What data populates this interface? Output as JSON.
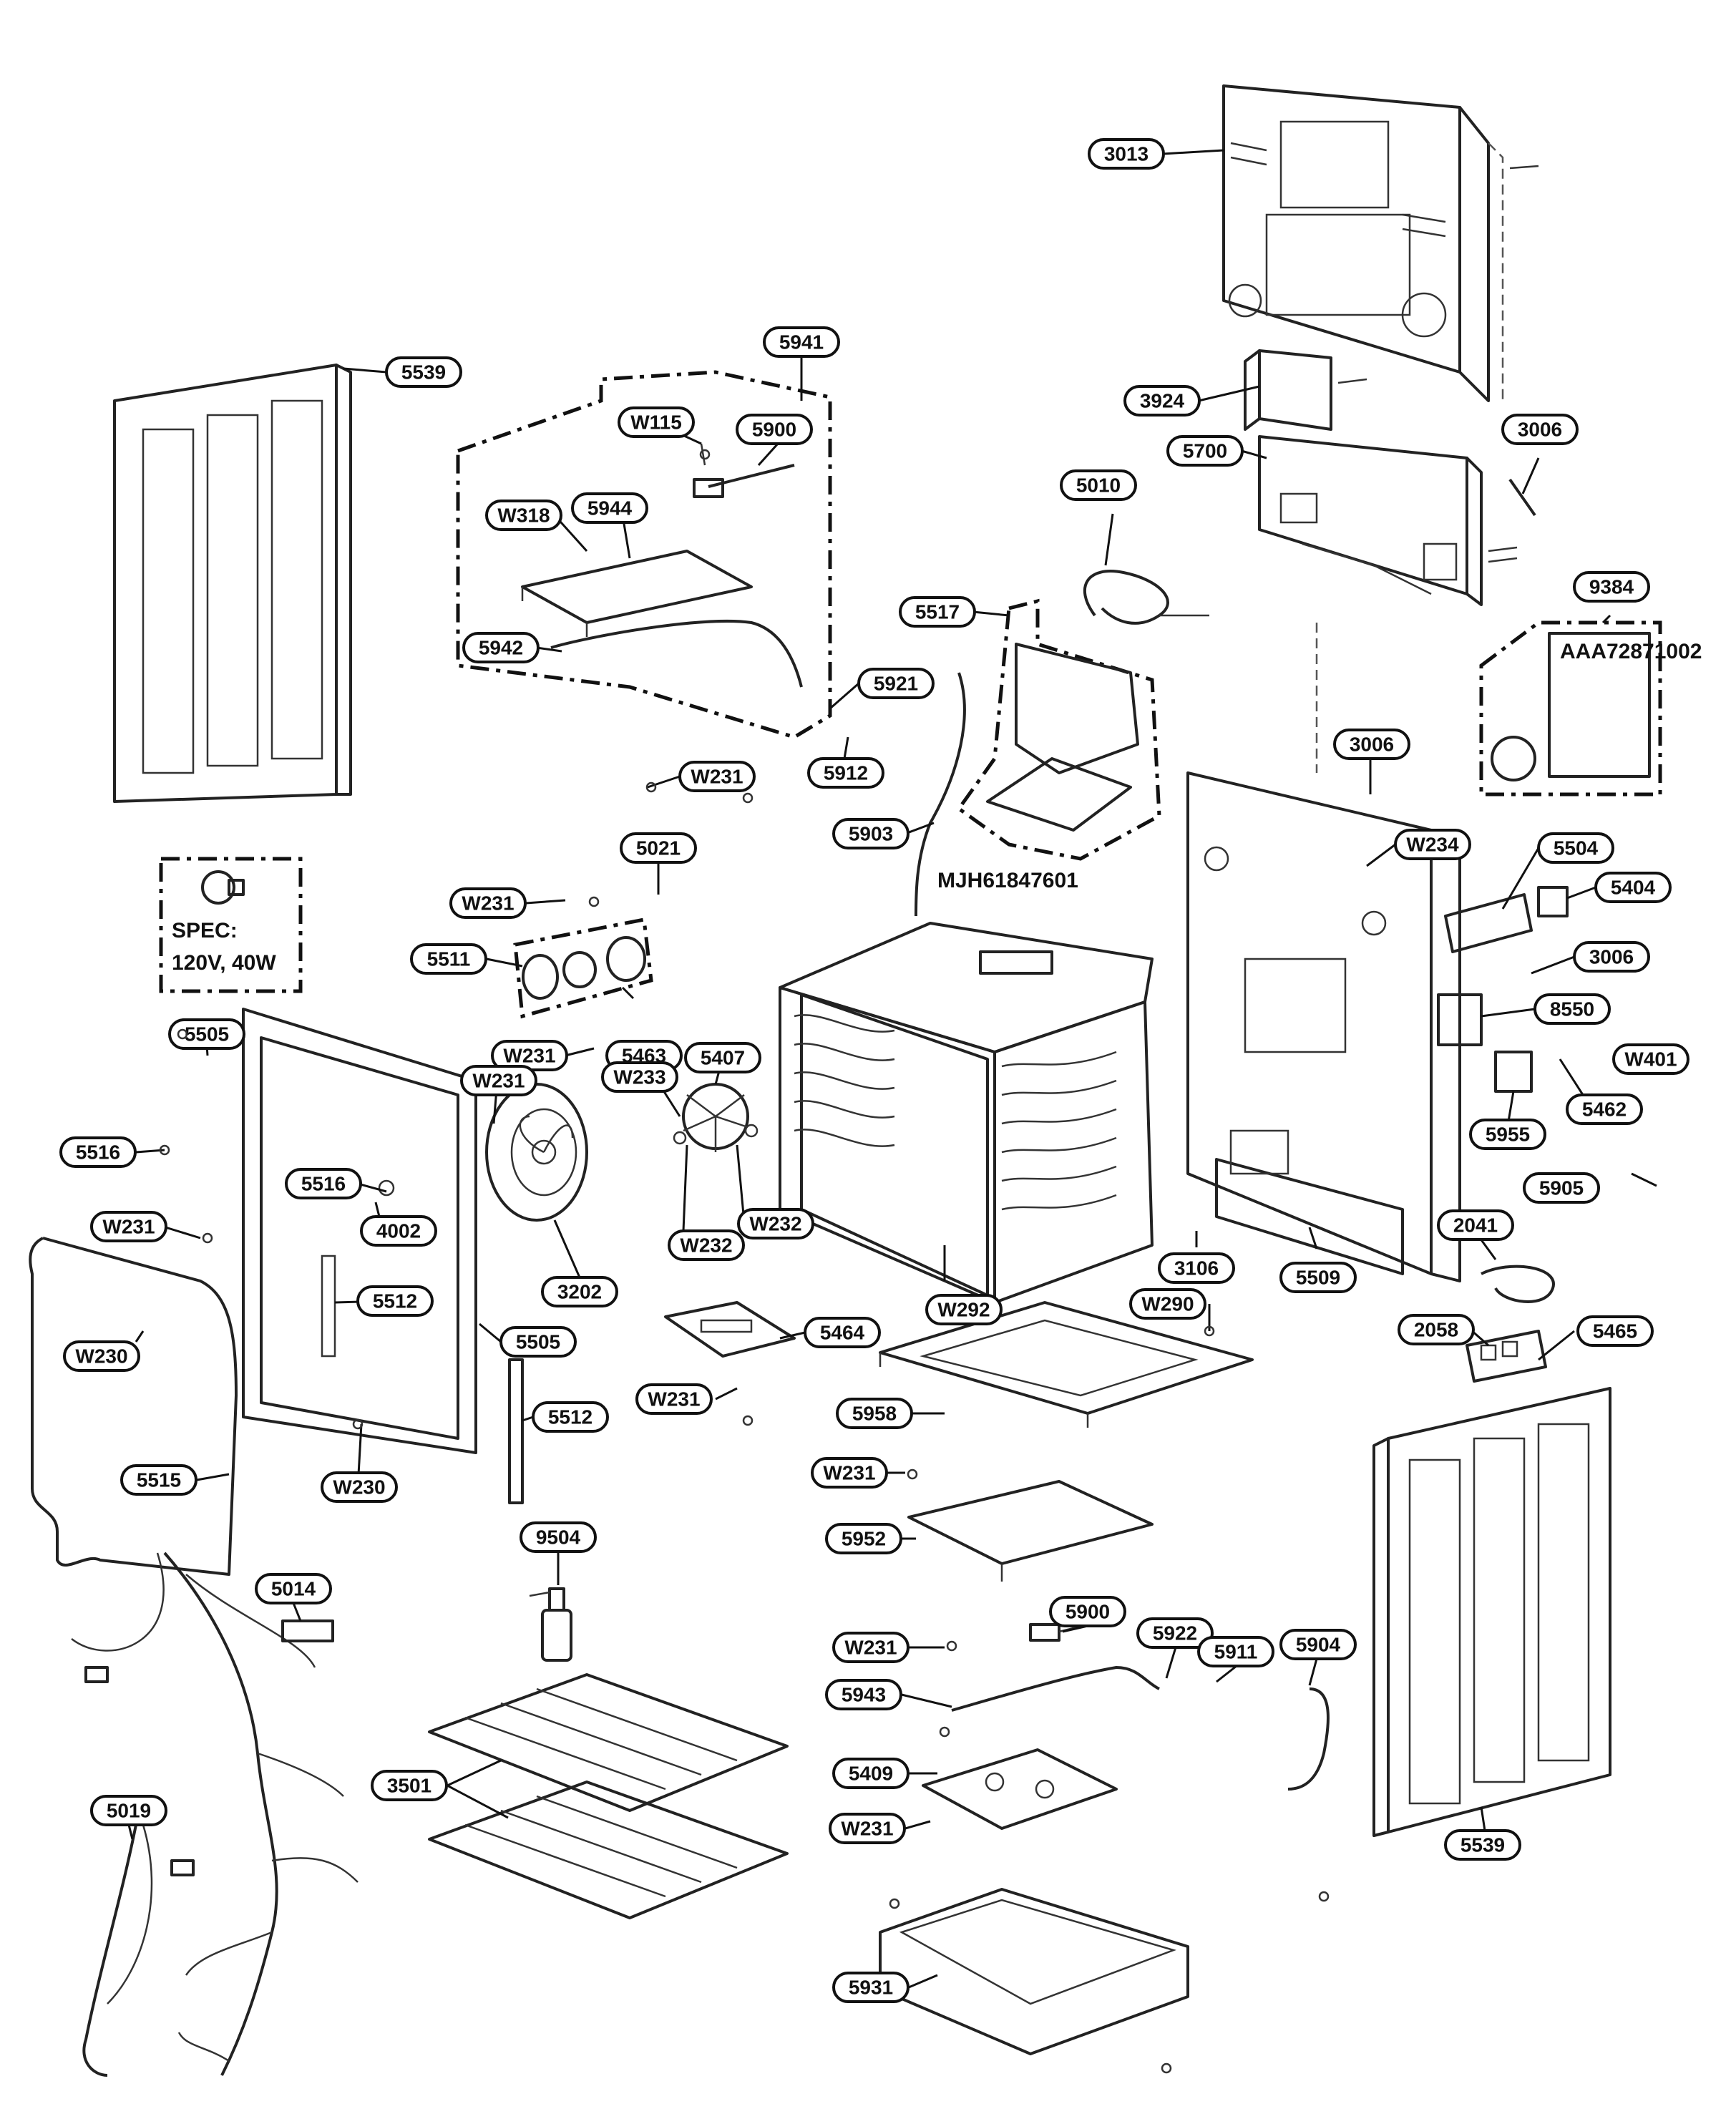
{
  "callouts": [
    {
      "id": "c0",
      "text": "3013"
    },
    {
      "id": "c1",
      "text": "3924"
    },
    {
      "id": "c2",
      "text": "5700"
    },
    {
      "id": "c3",
      "text": "3006"
    },
    {
      "id": "c4",
      "text": "9384"
    },
    {
      "id": "c5",
      "text": "5539"
    },
    {
      "id": "c6",
      "text": "5941"
    },
    {
      "id": "c7",
      "text": "W115"
    },
    {
      "id": "c8",
      "text": "5900"
    },
    {
      "id": "c9",
      "text": "W318"
    },
    {
      "id": "c10",
      "text": "5944"
    },
    {
      "id": "c11",
      "text": "5942"
    },
    {
      "id": "c12",
      "text": "5010"
    },
    {
      "id": "c13",
      "text": "5517"
    },
    {
      "id": "c14",
      "text": "5921"
    },
    {
      "id": "c15",
      "text": "5912"
    },
    {
      "id": "c16",
      "text": "W231"
    },
    {
      "id": "c17",
      "text": "5903"
    },
    {
      "id": "c18",
      "text": "3006"
    },
    {
      "id": "c19",
      "text": "W234"
    },
    {
      "id": "c20",
      "text": "5504"
    },
    {
      "id": "c21",
      "text": "5404"
    },
    {
      "id": "c22",
      "text": "5021"
    },
    {
      "id": "c23",
      "text": "W231"
    },
    {
      "id": "c24",
      "text": "5511"
    },
    {
      "id": "c25",
      "text": "W231"
    },
    {
      "id": "c26",
      "text": "5463"
    },
    {
      "id": "c27",
      "text": "3006"
    },
    {
      "id": "c28",
      "text": "8550"
    },
    {
      "id": "c29",
      "text": "W401"
    },
    {
      "id": "c30",
      "text": "5462"
    },
    {
      "id": "c31",
      "text": "5955"
    },
    {
      "id": "c32",
      "text": "5505"
    },
    {
      "id": "c33",
      "text": "W231"
    },
    {
      "id": "c34",
      "text": "W233"
    },
    {
      "id": "c35",
      "text": "5407"
    },
    {
      "id": "c36",
      "text": "5516"
    },
    {
      "id": "c37",
      "text": "5516"
    },
    {
      "id": "c38",
      "text": "4002"
    },
    {
      "id": "c39",
      "text": "W231"
    },
    {
      "id": "c40",
      "text": "W232"
    },
    {
      "id": "c41",
      "text": "W232"
    },
    {
      "id": "c42",
      "text": "3202"
    },
    {
      "id": "c43",
      "text": "5905"
    },
    {
      "id": "c44",
      "text": "2041"
    },
    {
      "id": "c45",
      "text": "3106"
    },
    {
      "id": "c46",
      "text": "5509"
    },
    {
      "id": "c47",
      "text": "5512"
    },
    {
      "id": "c48",
      "text": "W292"
    },
    {
      "id": "c49",
      "text": "W290"
    },
    {
      "id": "c50",
      "text": "2058"
    },
    {
      "id": "c51",
      "text": "5465"
    },
    {
      "id": "c52",
      "text": "W230"
    },
    {
      "id": "c53",
      "text": "5505"
    },
    {
      "id": "c54",
      "text": "5464"
    },
    {
      "id": "c55",
      "text": "W231"
    },
    {
      "id": "c56",
      "text": "5512"
    },
    {
      "id": "c57",
      "text": "5958"
    },
    {
      "id": "c58",
      "text": "W230"
    },
    {
      "id": "c59",
      "text": "5515"
    },
    {
      "id": "c60",
      "text": "W231"
    },
    {
      "id": "c61",
      "text": "9504"
    },
    {
      "id": "c62",
      "text": "5952"
    },
    {
      "id": "c63",
      "text": "5014"
    },
    {
      "id": "c64",
      "text": "5900"
    },
    {
      "id": "c65",
      "text": "W231"
    },
    {
      "id": "c66",
      "text": "5922"
    },
    {
      "id": "c67",
      "text": "5911"
    },
    {
      "id": "c68",
      "text": "5904"
    },
    {
      "id": "c69",
      "text": "5943"
    },
    {
      "id": "c70",
      "text": "5019"
    },
    {
      "id": "c71",
      "text": "3501"
    },
    {
      "id": "c72",
      "text": "5409"
    },
    {
      "id": "c73",
      "text": "W231"
    },
    {
      "id": "c74",
      "text": "5539"
    },
    {
      "id": "c75",
      "text": "5931"
    }
  ],
  "part_code_label": "MJH61847601",
  "spec_box": {
    "line1": "SPEC:",
    "line2": "120V, 40W"
  },
  "bag_label": "AAA72871002"
}
